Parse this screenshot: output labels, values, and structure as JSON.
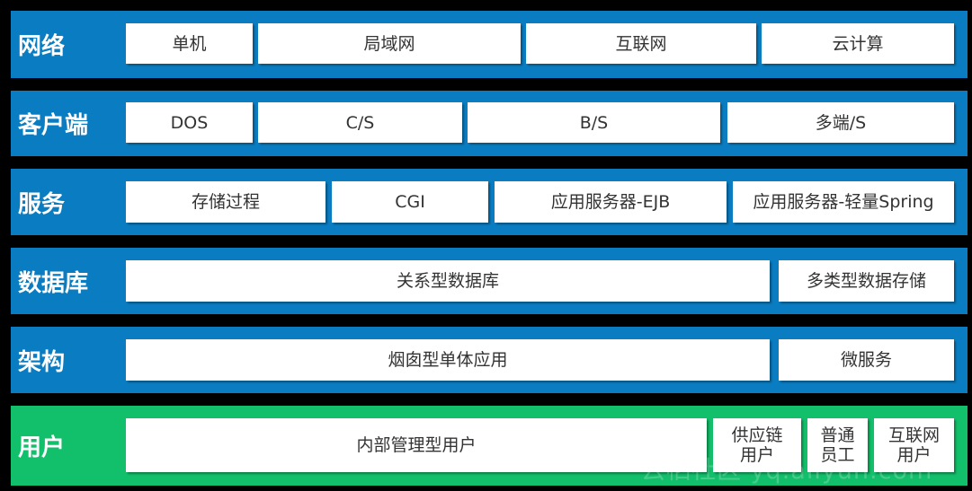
{
  "colors": {
    "layer_blue": "#0a7dc2",
    "layer_green": "#12bf6a",
    "cell_bg": "#ffffff",
    "cell_text": "#333333",
    "background": "#000000"
  },
  "layers": [
    {
      "label": "网络",
      "cells": [
        "单机",
        "局域网",
        "互联网",
        "云计算"
      ]
    },
    {
      "label": "客户端",
      "cells": [
        "DOS",
        "C/S",
        "B/S",
        "多端/S"
      ]
    },
    {
      "label": "服务",
      "cells": [
        "存储过程",
        "CGI",
        "应用服务器-EJB",
        "应用服务器-轻量Spring"
      ]
    },
    {
      "label": "数据库",
      "cells": [
        "关系型数据库",
        "多类型数据存储"
      ]
    },
    {
      "label": "架构",
      "cells": [
        "烟囱型单体应用",
        "微服务"
      ]
    },
    {
      "label": "用户",
      "cells": [
        "内部管理型用户",
        "供应链\n用户",
        "普通\n员工",
        "互联网\n用户"
      ]
    }
  ],
  "watermark": "云栖社区 yq.aliyun.com"
}
